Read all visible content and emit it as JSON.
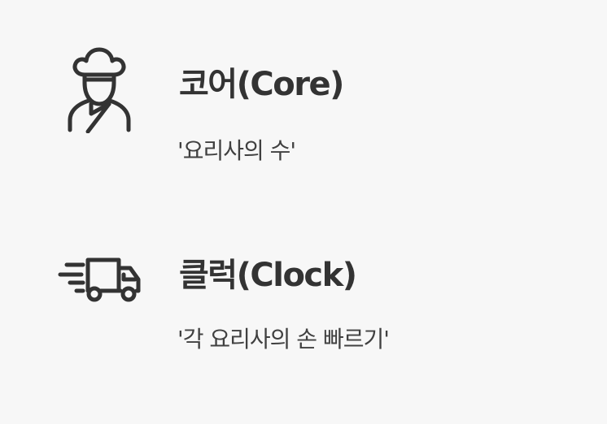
{
  "items": [
    {
      "icon": "chef-icon",
      "title": "코어(Core)",
      "description": "'요리사의 수'"
    },
    {
      "icon": "delivery-truck-icon",
      "title": "클럭(Clock)",
      "description": "'각 요리사의 손 빠르기'"
    }
  ],
  "colors": {
    "background": "#f7f7f7",
    "text": "#333333",
    "icon_stroke": "#333333"
  }
}
